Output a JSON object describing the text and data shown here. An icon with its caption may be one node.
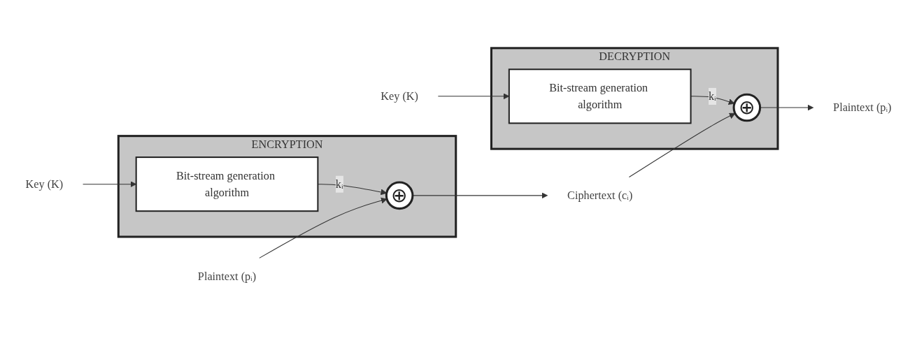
{
  "diagram": {
    "nodes": [
      {
        "text": [
          "ENCRYPTION"
        ]
      },
      {
        "text": [
          "Bit-stream generation algorithm"
        ],
        "in": 0
      },
      {
        "text": [
          "⊕"
        ],
        "in": 0
      },
      {
        "text": [
          "Key (K)"
        ]
      },
      {
        "text": [
          "Plaintext (pᵢ)"
        ]
      },
      {
        "text": [
          "Ciphertext (cᵢ)"
        ]
      },
      {
        "text": [
          "DECRYPTION"
        ]
      },
      {
        "text": [
          "Bit-stream generation algorithm"
        ],
        "in": 6
      },
      {
        "text": [
          "⊕"
        ],
        "in": 6
      },
      {
        "text": [
          "Key (K)"
        ]
      },
      {
        "text": [
          "Plaintext (pᵢ)"
        ]
      }
    ],
    "edges": [
      {
        "from": 3,
        "to": 1,
        "arrow": "to"
      },
      {
        "from": 1,
        "to": 2,
        "arrow": "to",
        "label": "kᵢ"
      },
      {
        "from": 4,
        "to": 2,
        "arrow": "to"
      },
      {
        "from": 2,
        "to": 5,
        "arrow": "to"
      },
      {
        "from": 9,
        "to": 7,
        "arrow": "to"
      },
      {
        "from": 7,
        "to": 8,
        "arrow": "to",
        "label": "kᵢ"
      },
      {
        "from": 5,
        "to": 8,
        "arrow": "to"
      },
      {
        "from": 8,
        "to": 10,
        "arrow": "to"
      }
    ]
  }
}
